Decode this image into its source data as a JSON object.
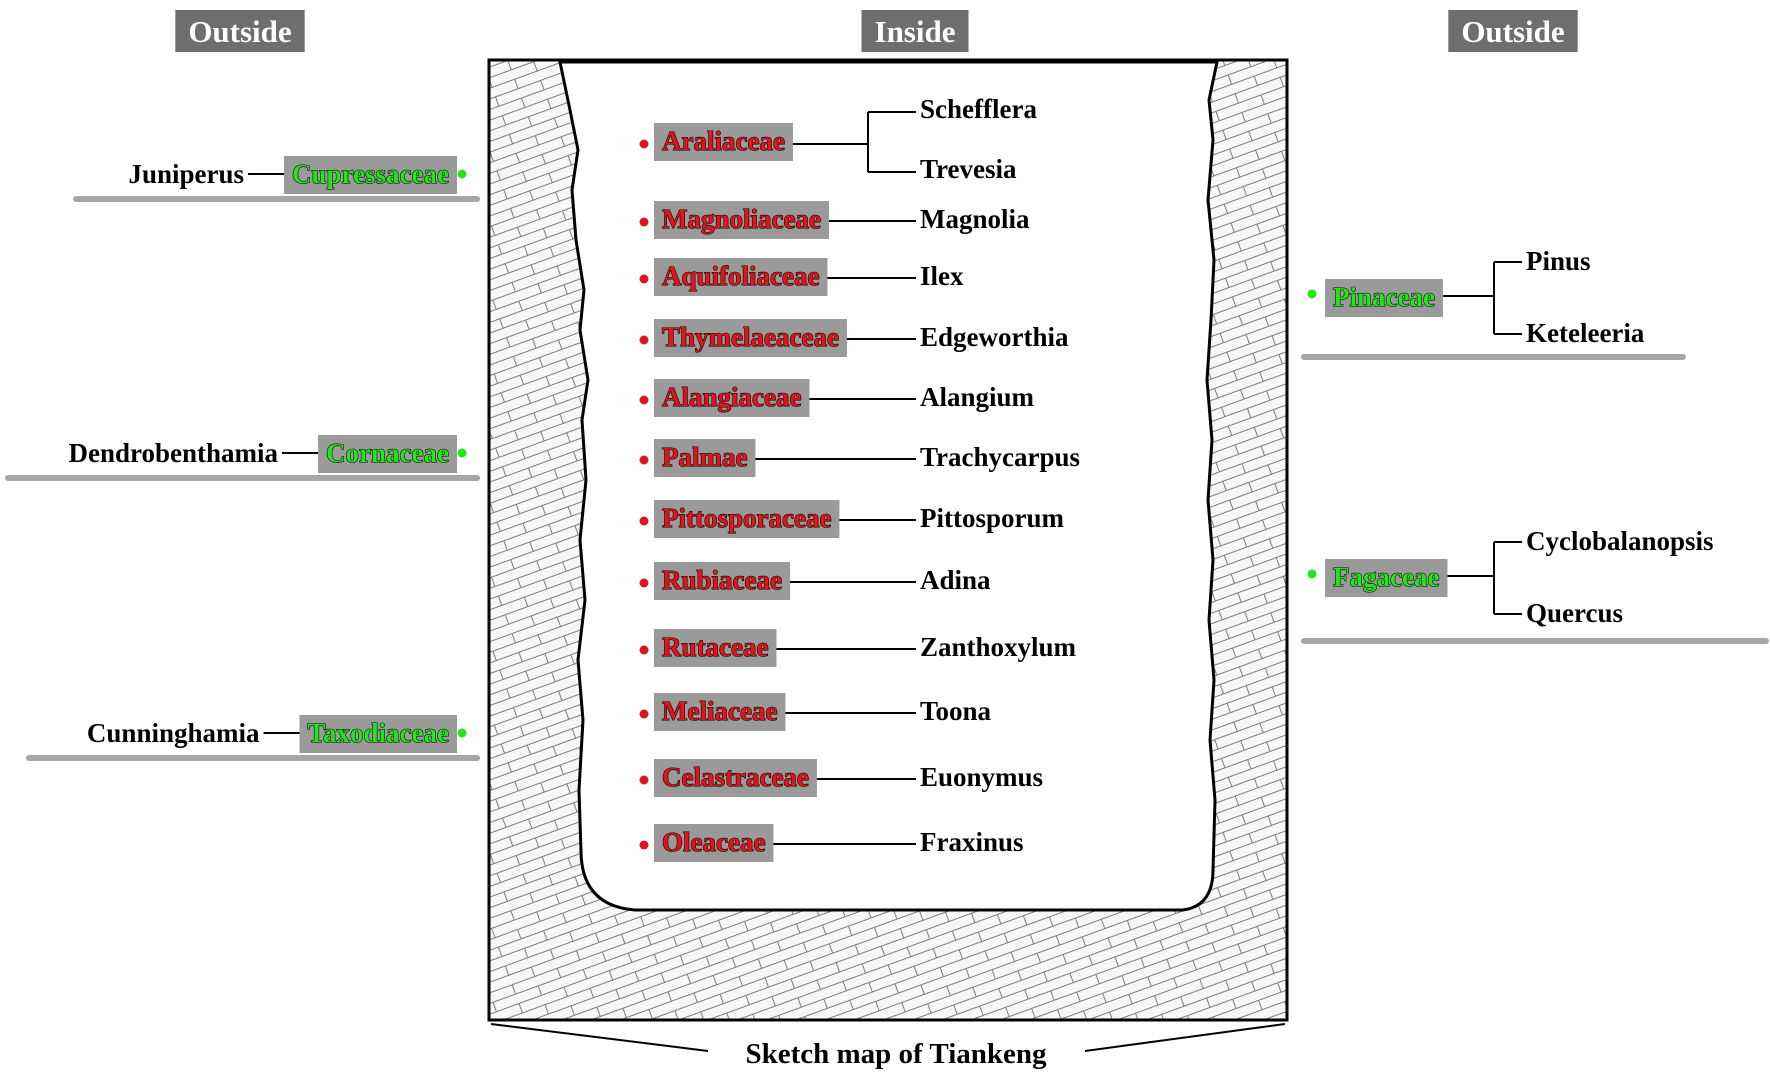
{
  "headers": {
    "left": "Outside",
    "center": "Inside",
    "right": "Outside"
  },
  "caption": "Sketch map of Tiankeng",
  "colors": {
    "inside_family": "#e0151b",
    "outside_family": "#22e619",
    "label_box": "#9a9a9a",
    "header_box": "#6e6e6e",
    "separator": "#a6a6a6"
  },
  "outside_left": [
    {
      "family": "Cupressaceae",
      "genera": [
        "Juniperus"
      ]
    },
    {
      "family": "Cornaceae",
      "genera": [
        "Dendrobenthamia"
      ]
    },
    {
      "family": "Taxodiaceae",
      "genera": [
        "Cunninghamia"
      ]
    }
  ],
  "outside_right": [
    {
      "family": "Pinaceae",
      "genera": [
        "Pinus",
        "Keteleeria"
      ]
    },
    {
      "family": "Fagaceae",
      "genera": [
        "Cyclobalanopsis",
        "Quercus"
      ]
    }
  ],
  "inside": [
    {
      "family": "Araliaceae",
      "genera": [
        "Schefflera",
        "Trevesia"
      ]
    },
    {
      "family": "Magnoliaceae",
      "genera": [
        "Magnolia"
      ]
    },
    {
      "family": "Aquifoliaceae",
      "genera": [
        "Ilex"
      ]
    },
    {
      "family": "Thymelaeaceae",
      "genera": [
        "Edgeworthia"
      ]
    },
    {
      "family": "Alangiaceae",
      "genera": [
        "Alangium"
      ]
    },
    {
      "family": "Palmae",
      "genera": [
        "Trachycarpus"
      ]
    },
    {
      "family": "Pittosporaceae",
      "genera": [
        "Pittosporum"
      ]
    },
    {
      "family": "Rubiaceae",
      "genera": [
        "Adina"
      ]
    },
    {
      "family": "Rutaceae",
      "genera": [
        "Zanthoxylum"
      ]
    },
    {
      "family": "Meliaceae",
      "genera": [
        "Toona"
      ]
    },
    {
      "family": "Celastraceae",
      "genera": [
        "Euonymus"
      ]
    },
    {
      "family": "Oleaceae",
      "genera": [
        "Fraxinus"
      ]
    }
  ]
}
